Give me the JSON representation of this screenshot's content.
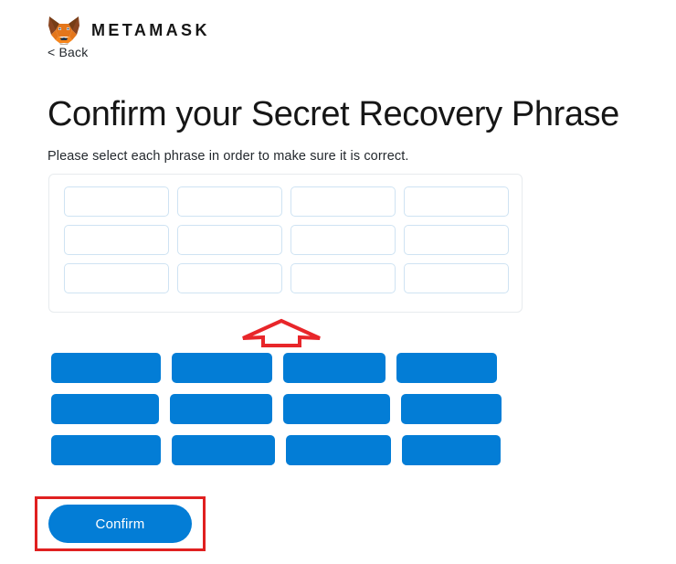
{
  "header": {
    "logo_icon": "metamask-fox-icon",
    "wordmark": "METAMASK",
    "back_label": "< Back"
  },
  "page": {
    "title": "Confirm your Secret Recovery Phrase",
    "subtitle": "Please select each phrase in order to make sure it is correct."
  },
  "slots": {
    "count": 12,
    "items": [
      {
        "index": 1,
        "value": ""
      },
      {
        "index": 2,
        "value": ""
      },
      {
        "index": 3,
        "value": ""
      },
      {
        "index": 4,
        "value": ""
      },
      {
        "index": 5,
        "value": ""
      },
      {
        "index": 6,
        "value": ""
      },
      {
        "index": 7,
        "value": ""
      },
      {
        "index": 8,
        "value": ""
      },
      {
        "index": 9,
        "value": ""
      },
      {
        "index": 10,
        "value": ""
      },
      {
        "index": 11,
        "value": ""
      },
      {
        "index": 12,
        "value": ""
      }
    ]
  },
  "word_bank": {
    "rows": [
      {
        "buttons": [
          {
            "label": "",
            "width": 120
          },
          {
            "label": "",
            "width": 110
          },
          {
            "label": "",
            "width": 112
          },
          {
            "label": "",
            "width": 110
          }
        ]
      },
      {
        "buttons": [
          {
            "label": "",
            "width": 118
          },
          {
            "label": "",
            "width": 112
          },
          {
            "label": "",
            "width": 117
          },
          {
            "label": "",
            "width": 110
          }
        ]
      },
      {
        "buttons": [
          {
            "label": "",
            "width": 120
          },
          {
            "label": "",
            "width": 113
          },
          {
            "label": "",
            "width": 115
          },
          {
            "label": "",
            "width": 108
          }
        ]
      }
    ]
  },
  "actions": {
    "confirm_label": "Confirm"
  },
  "annotations": {
    "up_arrow_icon": "red-up-arrow-icon",
    "confirm_highlight": "red-highlight-rectangle"
  },
  "colors": {
    "accent_blue": "#037dd6",
    "annotation_red": "#e02020",
    "slot_border": "#cfe3f3",
    "panel_border": "#e7ebee",
    "text_dark": "#161616"
  }
}
